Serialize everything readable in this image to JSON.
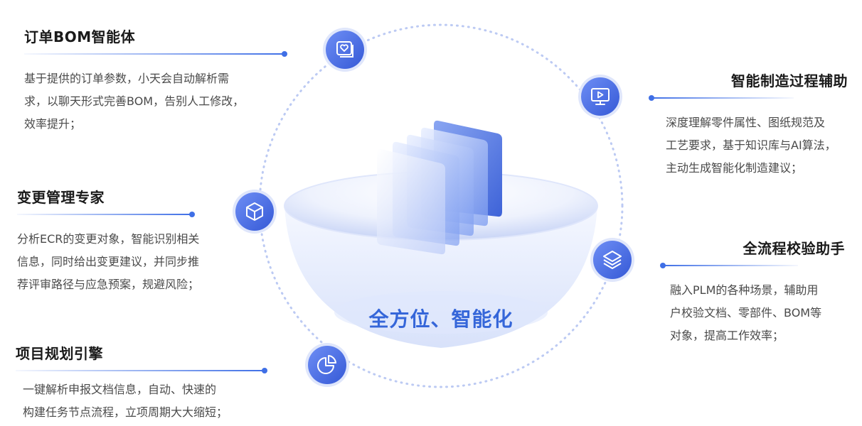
{
  "center": {
    "title": "全方位、智能化"
  },
  "features": [
    {
      "id": "order-bom",
      "title": "订单BOM智能体",
      "icon": "heart-card-icon",
      "lines": [
        "基于提供的订单参数，小天会自动解析需",
        "求，以聊天形式完善BOM，告别人工修改，",
        "效率提升；"
      ]
    },
    {
      "id": "change-management",
      "title": "变更管理专家",
      "icon": "cube-icon",
      "lines": [
        "分析ECR的变更对象，智能识别相关",
        "信息，同时给出变更建议，并同步推",
        "荐评审路径与应急预案，规避风险；"
      ]
    },
    {
      "id": "project-planning",
      "title": "项目规划引擎",
      "icon": "pie-chart-icon",
      "lines": [
        "一键解析申报文档信息，自动、快速的",
        "构建任务节点流程，立项周期大大缩短；"
      ]
    },
    {
      "id": "smart-manufacturing",
      "title": "智能制造过程辅助",
      "icon": "play-monitor-icon",
      "lines": [
        "深度理解零件属性、图纸规范及",
        "工艺要求，基于知识库与AI算法，",
        "主动生成智能化制造建议；"
      ]
    },
    {
      "id": "full-process-check",
      "title": "全流程校验助手",
      "icon": "layers-icon",
      "lines": [
        "融入PLM的各种场景，辅助用",
        "户校验文档、零部件、BOM等",
        "对象，提高工作效率；"
      ]
    }
  ],
  "colors": {
    "accent": "#3f6fe6",
    "icon_gradient_start": "#6e8ef5",
    "icon_gradient_end": "#3559d6",
    "center_text": "#3566d9"
  }
}
